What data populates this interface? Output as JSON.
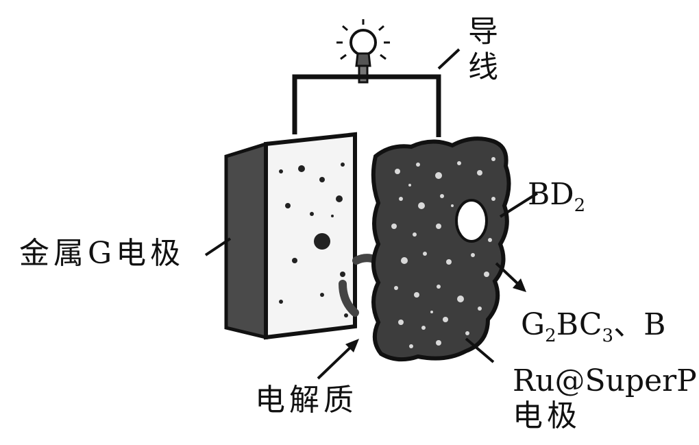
{
  "labels": {
    "wire": "导线",
    "metal_electrode": "金属G电极",
    "electrolyte": "电解质",
    "bd2_main": "BD",
    "bd2_sub": "2",
    "product_g": "G",
    "product_sub1": "2",
    "product_bc": "BC",
    "product_sub2": "3",
    "product_tail": "、B",
    "ru_line1": "Ru@SuperP",
    "ru_line2": "电极"
  },
  "colors": {
    "ink": "#111111",
    "metal_side": "#4a4a4a",
    "porous_fill": "#3d3d3d",
    "speckle": "#d9d9d9",
    "background": "#ffffff"
  }
}
